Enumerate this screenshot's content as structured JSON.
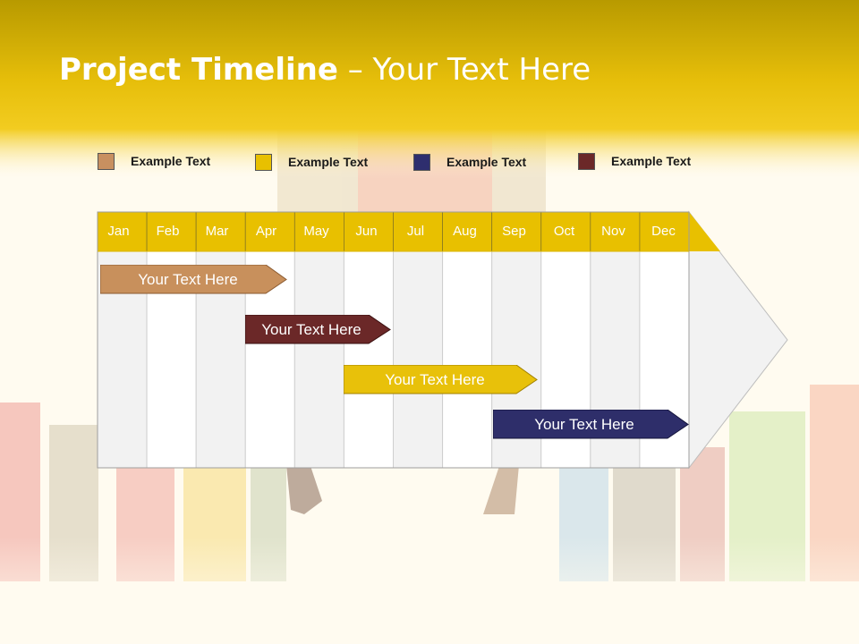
{
  "slide": {
    "title_bold": "Project Timeline",
    "title_rest": " – Your Text Here"
  },
  "legend": [
    {
      "label": "Example Text",
      "color": "#C89060"
    },
    {
      "label": "Example Text",
      "color": "#E8C000"
    },
    {
      "label": "Example Text",
      "color": "#2E2E6E"
    },
    {
      "label": "Example Text",
      "color": "#6B2828"
    }
  ],
  "months": [
    "Jan",
    "Feb",
    "Mar",
    "Apr",
    "May",
    "Jun",
    "Jul",
    "Aug",
    "Sep",
    "Oct",
    "Nov",
    "Dec"
  ],
  "tasks": [
    {
      "label": "Your  Text Here",
      "color": "#C8905C"
    },
    {
      "label": "Your  Text Here",
      "color": "#6B2828"
    },
    {
      "label": "Your  Text Here",
      "color": "#E8C10A"
    },
    {
      "label": "Your  Text Here",
      "color": "#2E2E6A"
    }
  ],
  "colors": {
    "header": "#E8C000",
    "column_light": "#F2F2F2",
    "column_white": "#FFFFFF"
  }
}
